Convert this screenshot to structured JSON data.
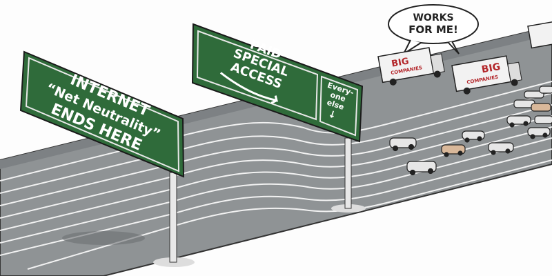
{
  "left_sign": {
    "line1": "INTERNET",
    "line2": "“Net Neutrality”",
    "line3": "ENDS HERE"
  },
  "right_sign": {
    "line1": "PAID",
    "line2": "SPECIAL",
    "line3": "ACCESS",
    "side1": "Every-",
    "side2": "one",
    "side3": "else",
    "arrow": "↓"
  },
  "speech_bubble": {
    "line1": "WORKS",
    "line2": "FOR ME!"
  },
  "trucks": [
    {
      "big": "BIG",
      "companies": "COMPANIES"
    },
    {
      "big": "BIG",
      "companies": "COMPANIES"
    }
  ],
  "colors": {
    "sign_green": "#2f6b3a",
    "road_gray": "#8f9395",
    "truck_red": "#b3262a"
  }
}
